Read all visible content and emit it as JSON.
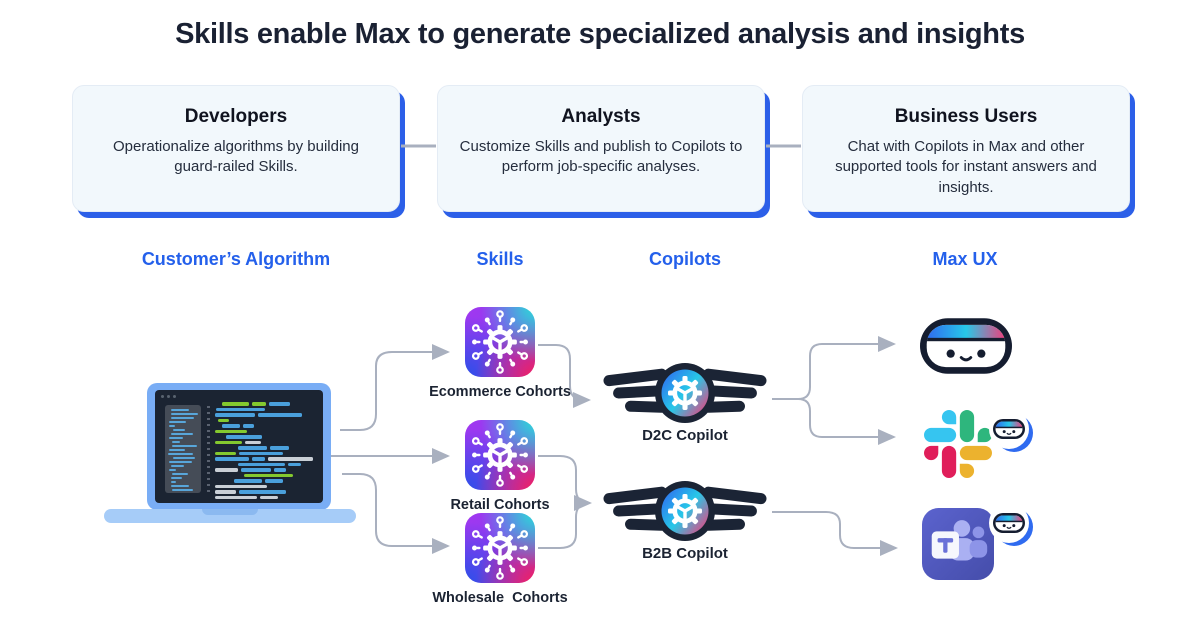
{
  "title": "Skills enable Max to generate specialized analysis and insights",
  "cards": [
    {
      "heading": "Developers",
      "body": "Operationalize algorithms by building guard-railed Skills."
    },
    {
      "heading": "Analysts",
      "body": "Customize Skills and publish to Copilots to perform job-specific analyses."
    },
    {
      "heading": "Business Users",
      "body": "Chat with Copilots in Max and other supported tools for instant answers and insights."
    }
  ],
  "columns": [
    {
      "label": "Customer’s Algorithm"
    },
    {
      "label": "Skills"
    },
    {
      "label": "Copilots"
    },
    {
      "label": "Max UX"
    }
  ],
  "skills": [
    {
      "label": "Ecommerce Cohorts",
      "icon": "hub-gear-icon"
    },
    {
      "label": "Retail Cohorts",
      "icon": "hub-gear-icon"
    },
    {
      "label": "Wholesale  Cohorts",
      "icon": "hub-gear-icon"
    }
  ],
  "copilots": [
    {
      "label": "D2C Copilot",
      "icon": "winged-gear-badge-icon"
    },
    {
      "label": "B2B Copilot",
      "icon": "winged-gear-badge-icon"
    }
  ],
  "max_ux": [
    {
      "name": "max-bot-icon"
    },
    {
      "name": "slack-icon",
      "badge": "max-bot-badge-icon"
    },
    {
      "name": "teams-icon",
      "badge": "max-bot-badge-icon"
    }
  ],
  "colors": {
    "accent_blue": "#2460eb",
    "card_bg": "#f2f8fc",
    "card_shadow": "#2c5fe8",
    "connector_gray": "#a9b0bf",
    "dark_navy": "#1b2435",
    "gradient": [
      "#2f6bf0",
      "#27c8e8",
      "#ef3f7c"
    ],
    "slack": [
      "#36C5F0",
      "#2EB67D",
      "#E01E5A",
      "#ECB22E"
    ],
    "teams_purple": "#4E56B8",
    "code_colors": [
      "#4aa0dc",
      "#c9cfd6",
      "#84c92f"
    ]
  }
}
